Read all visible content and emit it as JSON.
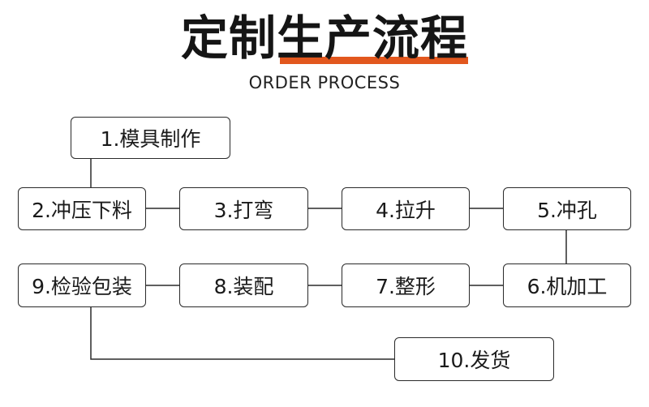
{
  "header": {
    "title": "定制生产流程",
    "subtitle": "ORDER PROCESS",
    "accent_color": "#e2571e"
  },
  "steps": [
    {
      "label": "1.模具制作"
    },
    {
      "label": "2.冲压下料"
    },
    {
      "label": "3.打弯"
    },
    {
      "label": "4.拉升"
    },
    {
      "label": "5.冲孔"
    },
    {
      "label": "6.机加工"
    },
    {
      "label": "7.整形"
    },
    {
      "label": "8.装配"
    },
    {
      "label": "9.检验包装"
    },
    {
      "label": "10.发货"
    }
  ]
}
